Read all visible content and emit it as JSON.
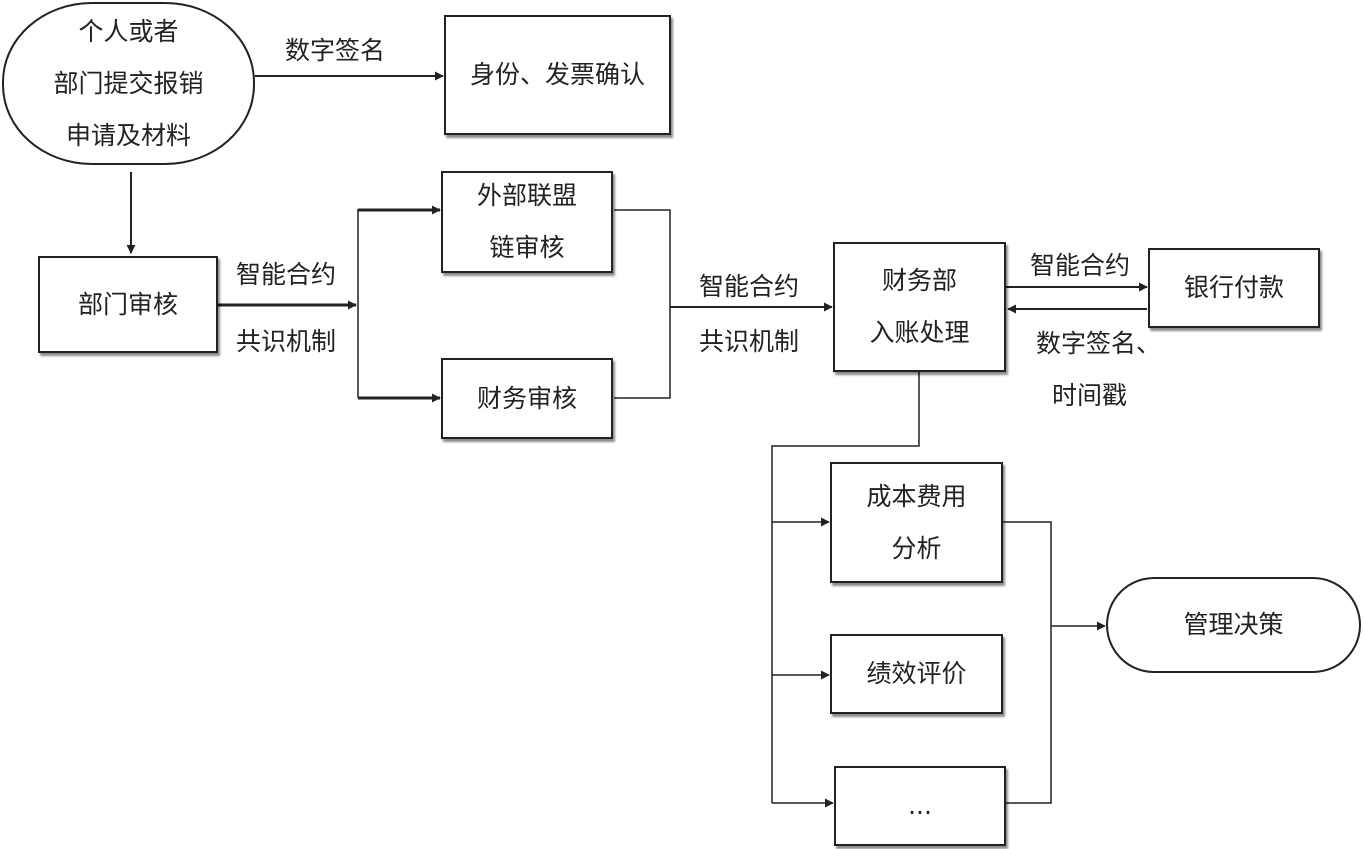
{
  "nodes": {
    "submit": [
      "个人或者",
      "部门提交报销",
      "申请及材料"
    ],
    "identity": [
      "身份、发票确认"
    ],
    "dept_review": [
      "部门审核"
    ],
    "alliance_review": [
      "外部联盟",
      "链审核"
    ],
    "finance_review": [
      "财务审核"
    ],
    "finance_dept": [
      "财务部",
      "入账处理"
    ],
    "bank": [
      "银行付款"
    ],
    "cost_analysis": [
      "成本费用",
      "分析"
    ],
    "performance": [
      "绩效评价"
    ],
    "more": [
      "..."
    ],
    "decision": [
      "管理决策"
    ]
  },
  "labels": {
    "digital_signature_1": "数字签名",
    "smart_contract_1": "智能合约",
    "consensus_1": "共识机制",
    "smart_contract_2": "智能合约",
    "consensus_2": "共识机制",
    "smart_contract_3": "智能合约",
    "digital_signature_2": "数字签名、",
    "timestamp": "时间戳"
  }
}
